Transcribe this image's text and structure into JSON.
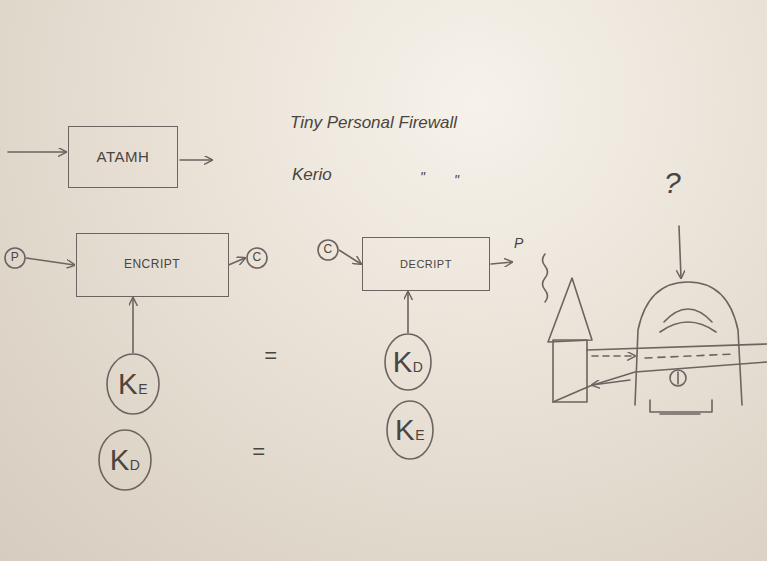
{
  "diagram": {
    "nodes": [
      {
        "text": [
          "ATAMH"
        ]
      },
      {
        "text": [
          "P"
        ]
      },
      {
        "text": [
          "ENCRIPT"
        ]
      },
      {
        "text": [
          "C"
        ]
      },
      {
        "text": [
          "C"
        ]
      },
      {
        "text": [
          "DECRIPT"
        ]
      },
      {
        "text": [
          "KE"
        ]
      },
      {
        "text": [
          "KD"
        ]
      },
      {
        "text": [
          "KD"
        ]
      },
      {
        "text": [
          "KE"
        ]
      }
    ],
    "edges": [
      {
        "from": 1,
        "to": 2,
        "arrow": "to"
      },
      {
        "from": 2,
        "to": 3,
        "arrow": "to"
      },
      {
        "from": 4,
        "to": 5,
        "arrow": "to"
      },
      {
        "from": 6,
        "to": 2,
        "arrow": "to"
      },
      {
        "from": 7,
        "to": 5,
        "arrow": "to"
      }
    ],
    "labels": [
      "Tiny Personal Firewall",
      "Kerio",
      "\"",
      "\"",
      "=",
      "=",
      "P",
      "?"
    ]
  }
}
